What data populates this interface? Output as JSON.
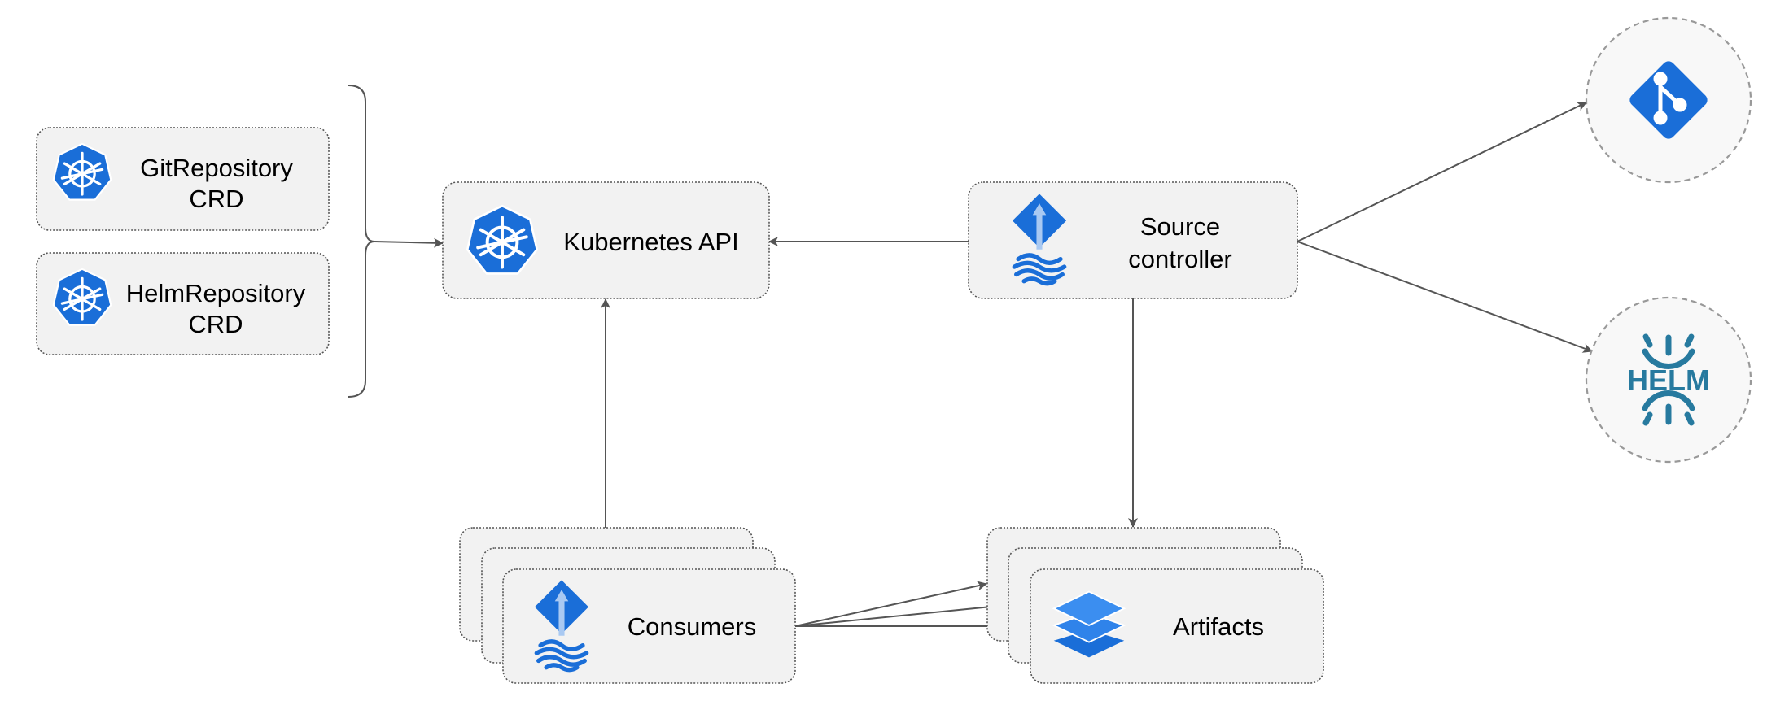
{
  "nodes": {
    "git_crd": {
      "line1": "GitRepository",
      "line2": "CRD",
      "icon": "kubernetes-icon"
    },
    "helm_crd": {
      "line1": "HelmRepository",
      "line2": "CRD",
      "icon": "kubernetes-icon"
    },
    "kubernetes_api": {
      "label": "Kubernetes API",
      "icon": "kubernetes-icon"
    },
    "source_controller": {
      "line1": "Source",
      "line2": "controller",
      "icon": "flux-icon"
    },
    "consumers": {
      "label": "Consumers",
      "icon": "flux-icon"
    },
    "artifacts": {
      "label": "Artifacts",
      "icon": "layers-icon"
    },
    "git": {
      "icon": "git-icon"
    },
    "helm": {
      "logo_text": "HELM",
      "icon": "helm-icon"
    }
  },
  "colors": {
    "kubernetes_blue": "#326ce5",
    "flux_blue": "#1a6ed8",
    "helm_teal": "#277a9f",
    "node_fill": "#f2f2f2",
    "edge": "#555555"
  }
}
